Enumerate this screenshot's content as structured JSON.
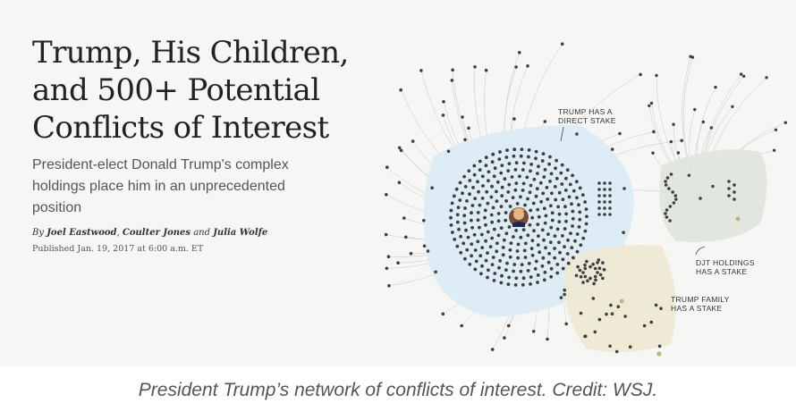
{
  "article": {
    "headline": "Trump, His Children, and 500+ Potential Conflicts of Interest",
    "dek": "President-elect Donald Trump's complex holdings place him in an unprecedented position",
    "byline_by": "By",
    "author_1": "Joel Eastwood",
    "author_sep_1": ",",
    "author_2": "Coulter Jones",
    "author_sep_2": "and",
    "author_3": "Julia Wolfe",
    "published": "Published Jan. 19, 2017 at 6:00 a.m. ET"
  },
  "network": {
    "label_direct_1": "TRUMP HAS A",
    "label_direct_2": "DIRECT STAKE",
    "label_djt_1": "DJT HOLDINGS",
    "label_djt_2": "HAS A STAKE",
    "label_family_1": "TRUMP FAMILY",
    "label_family_2": "HAS A STAKE",
    "colors": {
      "direct": "#dcebf5",
      "djt": "#dfe6de",
      "family": "#ede9d3",
      "dot": "#3f3f3f",
      "link": "#c8c8c8",
      "accent_dot": "#b9b77a"
    }
  },
  "caption": "President Trump’s network of conflicts of interest. Credit: WSJ."
}
